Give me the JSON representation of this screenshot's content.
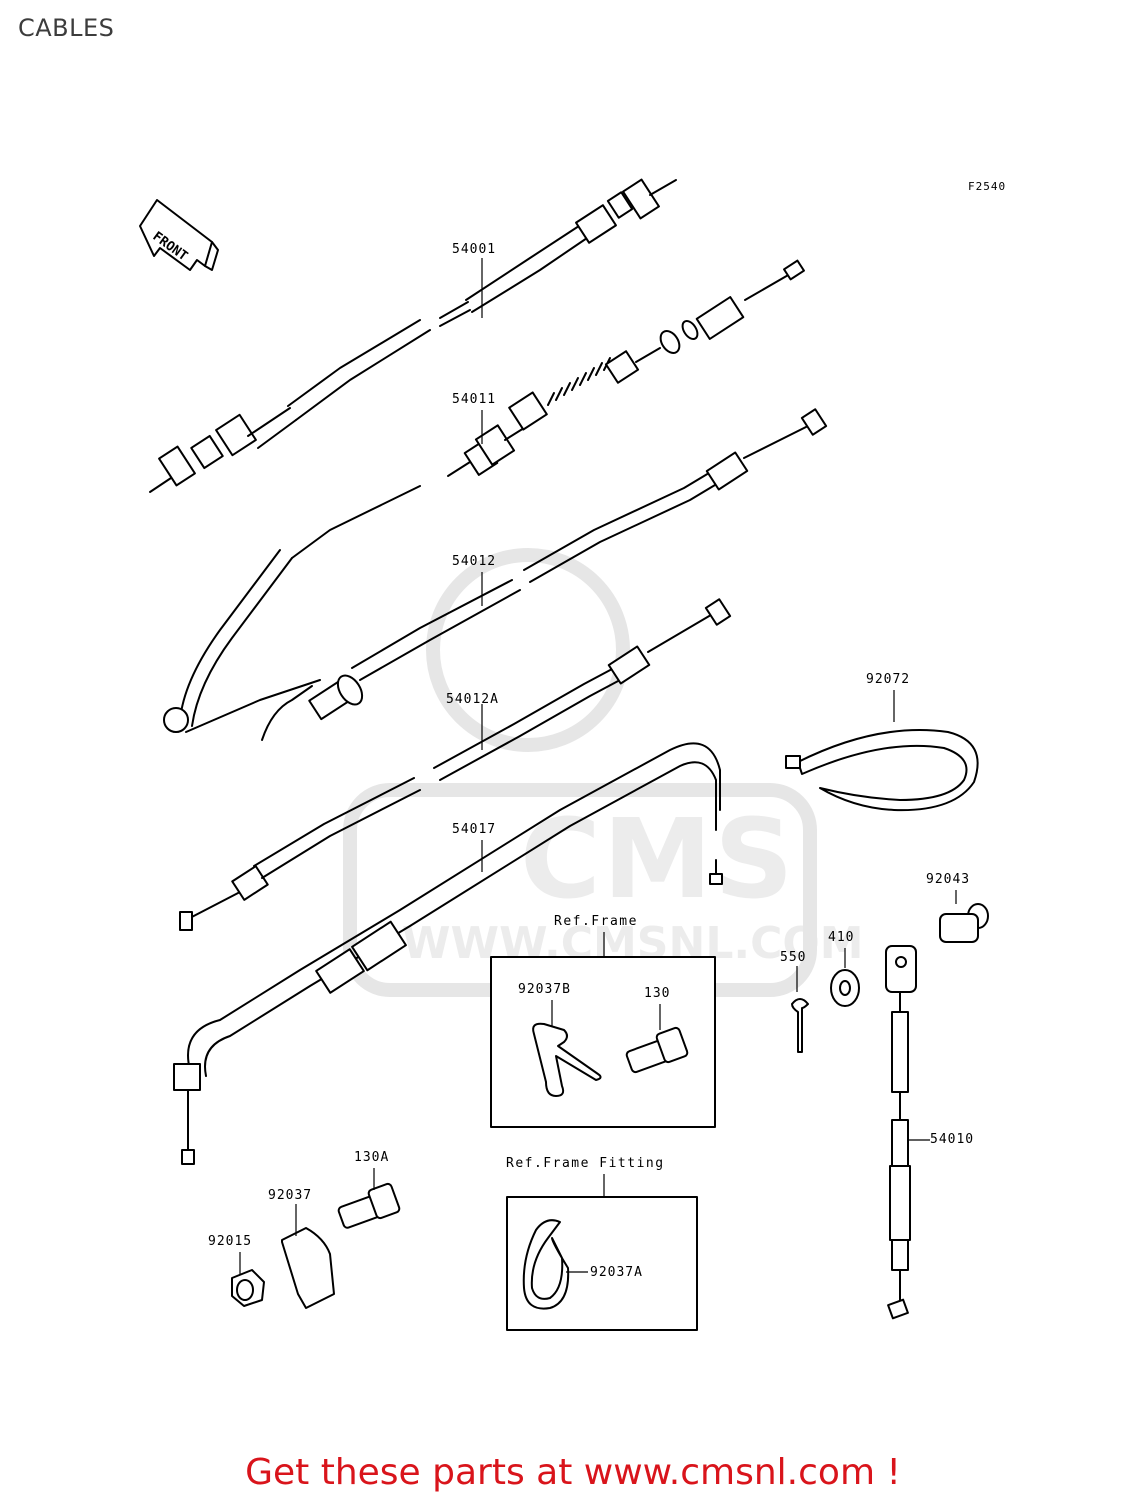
{
  "page": {
    "title": "CABLES",
    "figure_code": "F2540"
  },
  "watermark": {
    "logo_text": "CMS",
    "url_text": "WWW.CMSNL.COM"
  },
  "front_marker": "FRONT",
  "parts": {
    "p54001": "54001",
    "p54011": "54011",
    "p54012": "54012",
    "p54012A": "54012A",
    "p54017": "54017",
    "p92072": "92072",
    "p92043": "92043",
    "p410": "410",
    "p550": "550",
    "p54010": "54010",
    "p92037B": "92037B",
    "p130": "130",
    "p130A": "130A",
    "p92037": "92037",
    "p92015": "92015",
    "p92037A": "92037A"
  },
  "ref_boxes": {
    "frame": "Ref.Frame",
    "frame_fitting": "Ref.Frame Fitting"
  },
  "promo": "Get these parts at www.cmsnl.com !"
}
